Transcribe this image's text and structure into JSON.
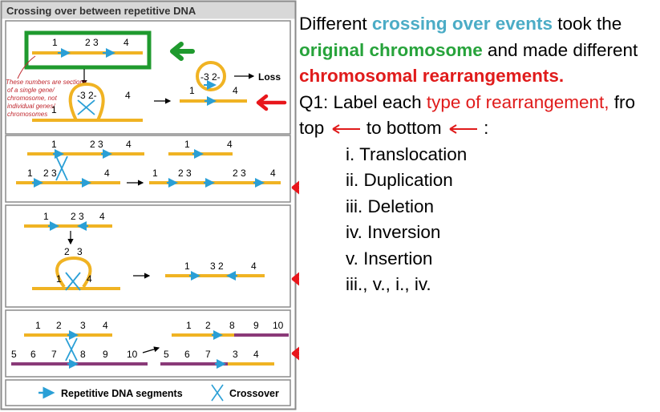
{
  "figure": {
    "header": "Crossing over between repetitive DNA",
    "loss_label": "Loss",
    "note": [
      "These numbers are sections",
      "of a single gene/",
      "chromosome, not",
      "individual genes/",
      "chromosomes"
    ],
    "legend_repetitive": "Repetitive DNA segments",
    "legend_crossover": "Crossover",
    "n1": "1",
    "n2": "2",
    "n3": "3",
    "n4": "4",
    "n5": "5",
    "n6": "6",
    "n7": "7",
    "n8": "8",
    "n9": "9",
    "n10": "10",
    "n23": "2 3",
    "n32": "3 2",
    "nm32": "-3 2-",
    "colors": {
      "chromosome_yellow": "#f0b323",
      "chromosome_purple": "#8a3a78",
      "segment_blue": "#2a9fd6",
      "frame_gray": "#8a8a8a",
      "header_bg": "#d8d8d8",
      "green_box": "#1f9a2e",
      "pointer_red": "#e8161b"
    }
  },
  "text": {
    "l1a": "Different ",
    "l1b": "crossing over events",
    "l1c": " took the",
    "l2a": "original chromosome",
    "l2b": " and made different",
    "l3": "chromosomal rearrangements.",
    "q1a": "Q1: Label each ",
    "q1b": "type of rearrangement,",
    "q1c": " fro",
    "top": "top",
    "to_bottom": "to bottom",
    "colon": ":",
    "items": [
      "i. Translocation",
      "ii. Duplication",
      "iii. Deletion",
      "iv. Inversion",
      "v. Insertion",
      "iii., v., i., iv."
    ]
  }
}
